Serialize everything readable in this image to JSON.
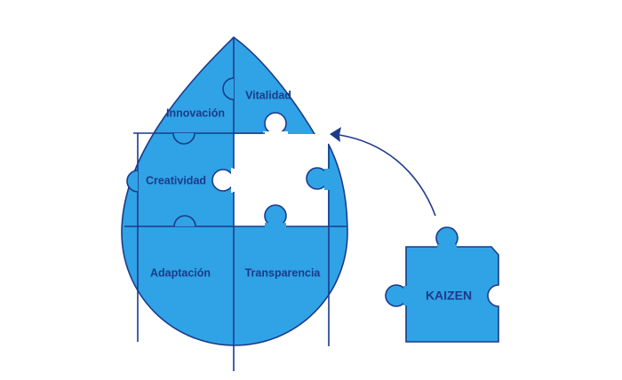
{
  "colors": {
    "fill": "#2fa3e6",
    "stroke": "#1d3a8a",
    "background": "#ffffff"
  },
  "drop_pieces": [
    "Innovación",
    "Vitalidad",
    "Creatividad",
    "Adaptación",
    "Transparencia"
  ],
  "kaizen_piece": {
    "label": "KAIZEN"
  }
}
